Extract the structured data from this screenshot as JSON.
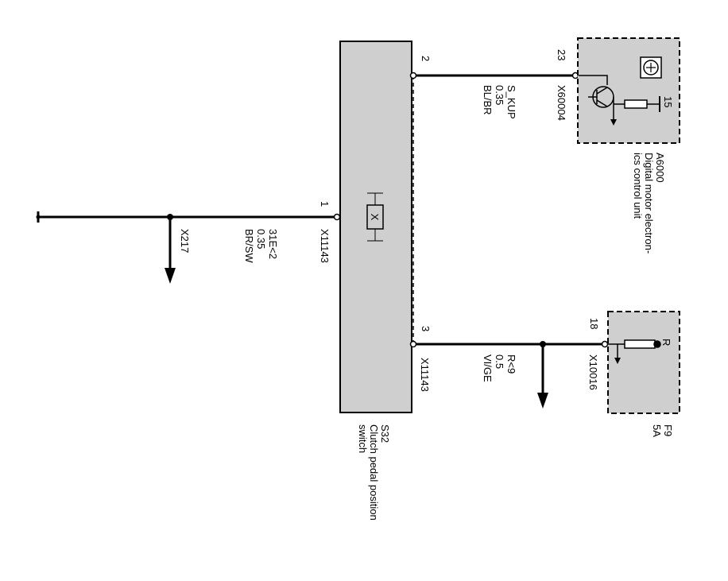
{
  "switch": {
    "id": "S32",
    "desc_line1": "Clutch pedal position",
    "desc_line2": "switch",
    "symbol": "X",
    "fill": "#cfcfcf"
  },
  "pins": {
    "p1": "1",
    "p2": "2",
    "p3": "3",
    "p23": "23",
    "p15": "15",
    "p18": "18",
    "pR": "R"
  },
  "wire1": {
    "line1": "31E<2",
    "line2": "0.35",
    "line3": "BR/SW",
    "connector": "X11143",
    "ground_connector": "X217"
  },
  "wire2": {
    "line1": "S_KUP",
    "line2": "0.35",
    "line3": "BL/BR",
    "connector": "X60004"
  },
  "wire3": {
    "line1": "R<9",
    "line2": "0.5",
    "line3": "VI/GE",
    "connector_switch": "X11143",
    "connector_fuse": "X10016"
  },
  "ecu": {
    "id": "A6000",
    "desc_line1": "Digital motor electron-",
    "desc_line2": "ics control unit"
  },
  "fuse": {
    "id": "F9",
    "rating": "5A"
  }
}
